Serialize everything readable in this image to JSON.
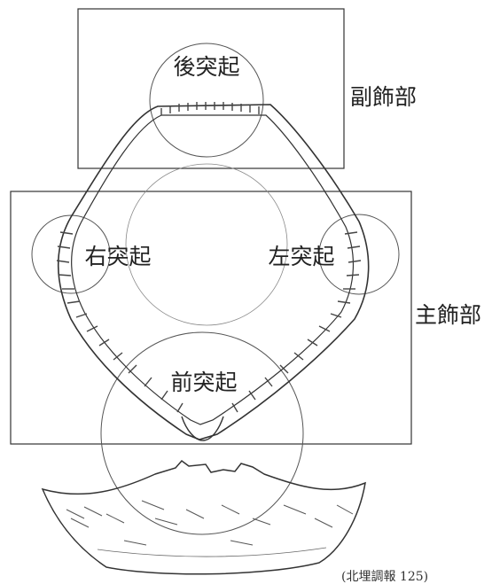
{
  "labels": {
    "rear": "後突起",
    "secondary": "副飾部",
    "right": "右突起",
    "left": "左突起",
    "primary": "主飾部",
    "front": "前突起"
  },
  "caption": "(北埋調報 125)",
  "colors": {
    "line": "#333333",
    "thin": "#666666",
    "background": "#ffffff"
  }
}
